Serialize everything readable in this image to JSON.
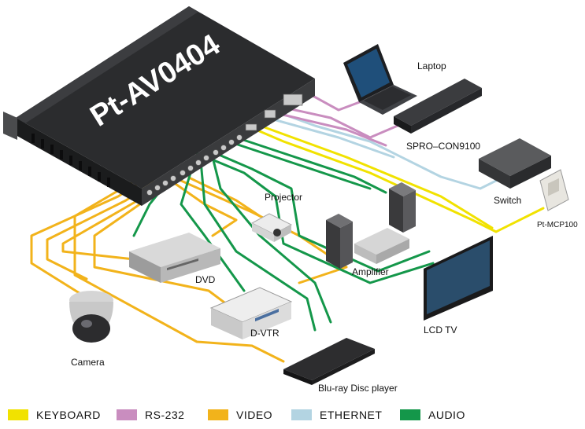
{
  "device": {
    "model": "Pt-AV0404"
  },
  "labels": {
    "laptop": "Laptop",
    "spro": "SPRO–CON9100",
    "switch": "Switch",
    "ptmcp": "Pt-MCP100",
    "projector": "Projector",
    "amplifier": "Amplifier",
    "dvd": "DVD",
    "dvtr": "D-VTR",
    "lcdtv": "LCD TV",
    "camera": "Camera",
    "bluray": "Blu-ray Disc player"
  },
  "legend": [
    {
      "label": "KEYBOARD",
      "color": "#f1e200"
    },
    {
      "label": "RS-232",
      "color": "#c98dbf"
    },
    {
      "label": "VIDEO",
      "color": "#f2b31b"
    },
    {
      "label": "ETHERNET",
      "color": "#b3d4e2"
    },
    {
      "label": "AUDIO",
      "color": "#14974a"
    }
  ],
  "colors": {
    "keyboard": "#f1e200",
    "rs232": "#c98dbf",
    "video": "#f2b31b",
    "ethernet": "#b3d4e2",
    "audio": "#14974a"
  }
}
